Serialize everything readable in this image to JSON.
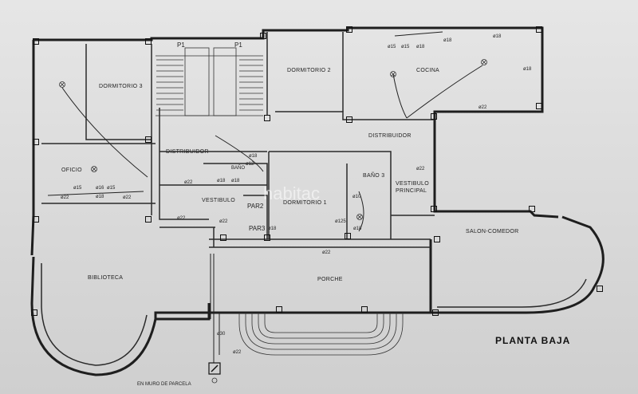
{
  "plan": {
    "title": "PLANTA BAJA",
    "watermark": "habitac",
    "rooms": {
      "dormitorio3": "DORMITORIO 3",
      "dormitorio2": "DORMITORIO 2",
      "dormitorio1": "DORMITORIO 1",
      "cocina": "COCINA",
      "distribuidor_left": "DISTRIBUIDOR",
      "distribuidor_right": "DISTRIBUIDOR",
      "oficio": "OFICIO",
      "bano": "BAÑO",
      "bano3": "BAÑO 3",
      "vestibulo": "VESTIBULO",
      "vestibulo_principal_1": "VESTIBULO",
      "vestibulo_principal_2": "PRINCIPAL",
      "salon": "SALON-COMEDOR",
      "biblioteca": "BIBLIOTECA",
      "porche": "PORCHE",
      "par2": "PAR2",
      "par3": "PAR3"
    },
    "stairs": {
      "p1a": "P1",
      "p1b": "P1"
    },
    "annotations": {
      "muro": "EN MURO DE PARCELA",
      "d30": "ø30",
      "d22": "ø22",
      "d18": "ø18",
      "d15": "ø15",
      "d16": "ø16",
      "d10": "ø10",
      "d12": "ø12",
      "d125": "ø125"
    }
  }
}
